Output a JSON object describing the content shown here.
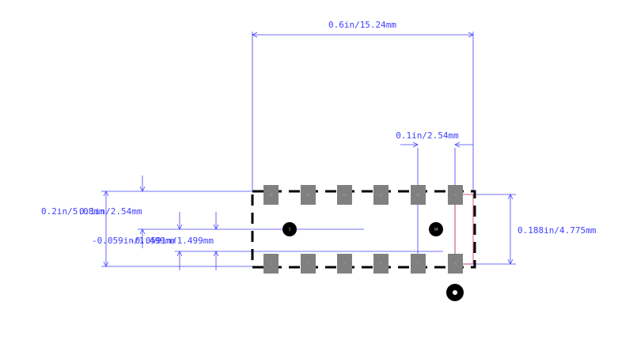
{
  "colors": {
    "dimension": "#4040ff",
    "pad": "#808080",
    "outline": "#000000",
    "pin1": "#cc3366",
    "background": "#ffffff"
  },
  "dimensions": {
    "overall_width": "0.6in/15.24mm",
    "pitch": "0.1in/2.54mm",
    "pad_row_span": "0.188in/4.775mm",
    "body_height": "0.2in/5.08mm",
    "row_spacing": "0.1in/2.54mm",
    "pad_length": "0.059in/1.499mm",
    "pad_offset": "0.059in/1.499mm"
  },
  "holes": {
    "left": "1",
    "right": "14"
  },
  "pads": {
    "top_row": [
      "14",
      "13",
      "12",
      "11",
      "10",
      "9"
    ],
    "bottom_row": [
      "1",
      "2",
      "3",
      "4",
      "5",
      "6"
    ]
  }
}
